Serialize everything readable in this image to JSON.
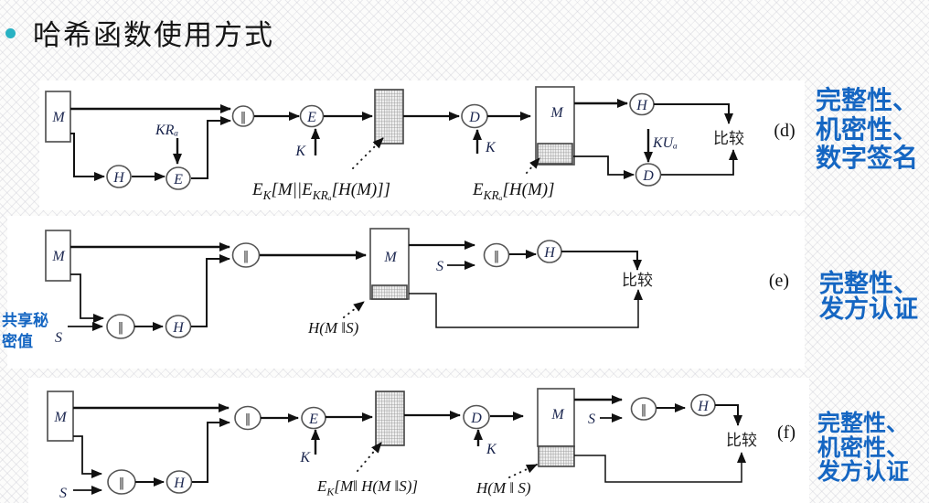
{
  "slide": {
    "title": "哈希函数使用方式"
  },
  "colors": {
    "caption_blue": "#1566c2",
    "bullet_teal": "#29b2c3"
  },
  "diagram_d": {
    "label": "(d)",
    "caption": [
      "完整性、",
      "机密性、",
      "数字签名"
    ],
    "compare": "比较",
    "nodes": {
      "m_src": "M",
      "h1": "H",
      "e1": "E",
      "concat1": "‖",
      "e2": "E",
      "d1": "D",
      "m_dst": "M",
      "h2": "H",
      "d2": "D"
    },
    "keys": {
      "kra": "KRₐ",
      "k_enc": "K",
      "k_dec": "K",
      "kua": "KUₐ"
    },
    "formula_cipher": {
      "p1": "E",
      "sub1": "K",
      "p2": "[M||E",
      "sub2": "KRₐ",
      "p3": "[H(M)]]"
    },
    "formula_sig": {
      "p1": "E",
      "sub1": "KRₐ",
      "p2": "[H(M)]"
    }
  },
  "diagram_e": {
    "label": "(e)",
    "caption": [
      "完整性、",
      "发方认证"
    ],
    "compare": "比较",
    "secret_label": [
      "共享秘",
      "密值"
    ],
    "nodes": {
      "m_src": "M",
      "concat1": "‖",
      "concat2": "‖",
      "h1": "H",
      "m_dst": "M",
      "concat3": "‖",
      "h2": "H"
    },
    "keys": {
      "s_in": "S",
      "s_rx": "S"
    },
    "formula_hash": "H(M ‖S)"
  },
  "diagram_f": {
    "label": "(f)",
    "caption": [
      "完整性、",
      "机密性、",
      "发方认证"
    ],
    "compare": "比较",
    "nodes": {
      "m_src": "M",
      "concat1": "‖",
      "concat2": "‖",
      "h1": "H",
      "e1": "E",
      "d1": "D",
      "m_dst": "M",
      "concat3": "‖",
      "h2": "H"
    },
    "keys": {
      "s_in": "S",
      "k_enc": "K",
      "k_dec": "K",
      "s_rx": "S"
    },
    "formula_cipher": {
      "p1": "E",
      "sub1": "K",
      "p2": "[M‖ H(M ‖S)]"
    },
    "formula_hash": "H(M ‖ S)"
  }
}
